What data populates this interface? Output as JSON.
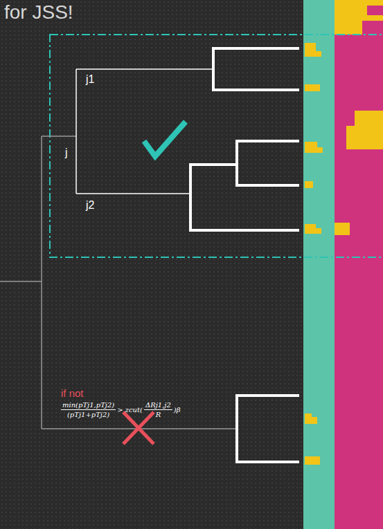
{
  "diagram": {
    "title": "for JSS!",
    "labels": [
      "j1",
      "j",
      "j2",
      "if not",
      "min(pTj1,pTj2)",
      "(pTj1+pTj2)",
      "> zcut(",
      "ΔRj1,j2",
      "R",
      ")β"
    ]
  }
}
